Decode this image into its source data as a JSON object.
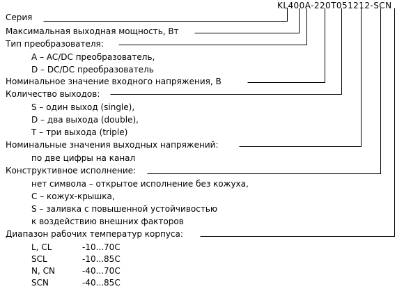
{
  "code": "KL400A-220T051212-SCN",
  "series": {
    "label": "Серия"
  },
  "power": {
    "label": "Максимальная выходная мощность, Вт"
  },
  "converter_type": {
    "label": "Тип преобразователя:",
    "options": [
      "A – AC/DC преобразователь,",
      "D – DC/DC преобразователь"
    ]
  },
  "input_voltage": {
    "label": "Номинальное значение входного напряжения, В"
  },
  "outputs": {
    "label": "Количество выходов:",
    "options": [
      "S – один выход (single),",
      "D – два выхода (double),",
      "T – три выхода (triple)"
    ]
  },
  "output_voltages": {
    "label": "Номинальные значения выходных напряжений:",
    "note": "по две цифры на канал"
  },
  "design": {
    "label": "Конструктивное исполнение:",
    "options": [
      "нет символа – открытое исполнение без кожуха,",
      "C – кожух-крышка,",
      "S – заливка с повышенной устойчивостью",
      "к воздействию внешних факторов"
    ]
  },
  "temperature": {
    "label": "Диапазон рабочих температур корпуса:",
    "rows": [
      {
        "code": "L, CL",
        "range": "-10...70C"
      },
      {
        "code": "SCL",
        "range": "-10...85C"
      },
      {
        "code": "N, CN",
        "range": "-40...70C"
      },
      {
        "code": "SCN",
        "range": "-40...85C"
      }
    ]
  }
}
